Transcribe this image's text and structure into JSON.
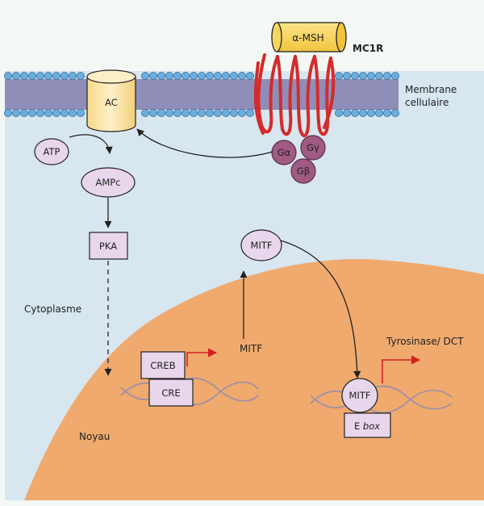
{
  "labels": {
    "alpha_msh": "α-MSH",
    "mc1r": "MC1R",
    "membrane": [
      "Membrane",
      "cellulaire"
    ],
    "ac": "AC",
    "atp": "ATP",
    "ampc": "AMPc",
    "pka": "PKA",
    "g_alpha": "Gα",
    "g_gamma": "Gγ",
    "g_beta": "Gβ",
    "cytoplasme": "Cytoplasme",
    "noyau": "Noyau",
    "mitf_cyto": "MITF",
    "mitf_nuc_out": "MITF",
    "mitf_bound": "MITF",
    "creb": "CREB",
    "cre": "CRE",
    "ebox_e": "E",
    "ebox_box": "box",
    "tyrosinase": "Tyrosinase/ DCT"
  },
  "colors": {
    "background": "#f4f8f4",
    "cytoplasm": "#d7e6ef",
    "nucleus": "#f0aa6e",
    "membrane_band": "#8e8eb8",
    "phospholipid_head": "#6aaee0",
    "box_fill": "#e8d6ec",
    "g_protein": "#a05a83",
    "ac_fill": "#fbe5a8",
    "receptor": "#d42b2b",
    "red_arrow": "#d62020",
    "dna": "#9a8ea8"
  }
}
